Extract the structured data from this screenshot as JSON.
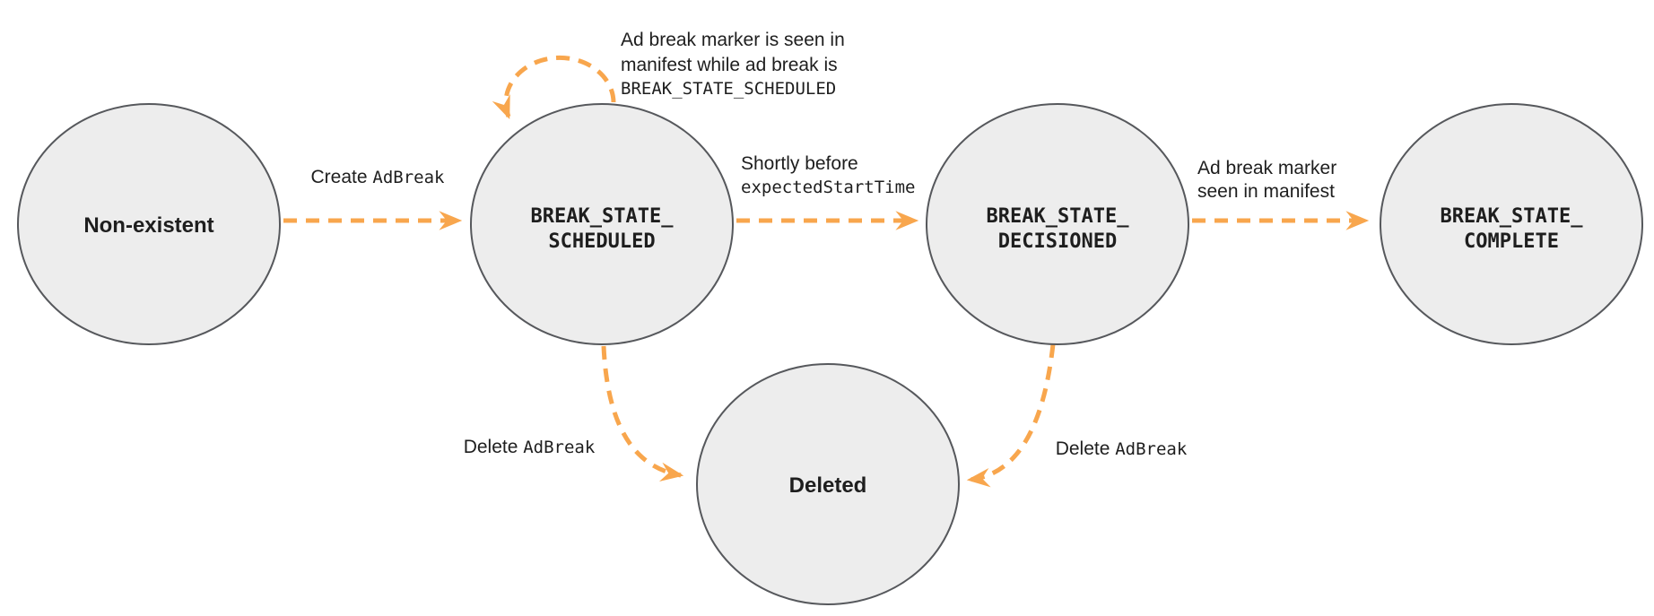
{
  "colors": {
    "arrow": "#F8A64D",
    "node_fill": "#EDEDED",
    "node_border": "#56585C",
    "text": "#1E1E1E"
  },
  "nodes": {
    "non_existent": {
      "label": "Non-existent"
    },
    "scheduled": {
      "line1": "BREAK_STATE_",
      "line2": "SCHEDULED"
    },
    "decisioned": {
      "line1": "BREAK_STATE_",
      "line2": "DECISIONED"
    },
    "complete": {
      "line1": "BREAK_STATE_",
      "line2": "COMPLETE"
    },
    "deleted": {
      "label": "Deleted"
    }
  },
  "edges": {
    "create_adbreak": {
      "text_plain": "Create ",
      "text_code": "AdBreak"
    },
    "self_loop": {
      "line1": "Ad break marker is seen in",
      "line2": "manifest while ad break is",
      "line3": "BREAK_STATE_SCHEDULED"
    },
    "shortly_before": {
      "line1": "Shortly before",
      "line2_code": "expectedStartTime"
    },
    "marker_seen": {
      "line1": "Ad break marker",
      "line2": "seen in manifest"
    },
    "delete_left": {
      "text_plain": "Delete ",
      "text_code": "AdBreak"
    },
    "delete_right": {
      "text_plain": "Delete ",
      "text_code": "AdBreak"
    }
  }
}
